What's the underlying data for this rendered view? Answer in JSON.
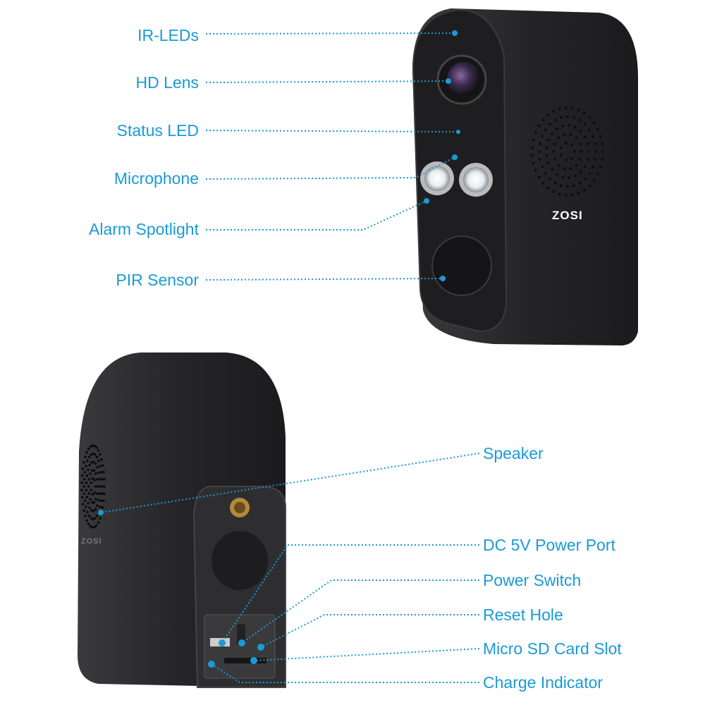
{
  "front_labels": [
    "IR-LEDs",
    "HD Lens",
    "Status LED",
    "Microphone",
    "Alarm Spotlight",
    "PIR Sensor"
  ],
  "back_labels": [
    "Speaker",
    "DC 5V Power Port",
    "Power Switch",
    "Reset Hole",
    "Micro SD Card Slot",
    "Charge Indicator"
  ],
  "brand": "ZOSI",
  "colors": {
    "label": "#1a9ad6",
    "camera": "#2a2a2c",
    "background": "#ffffff"
  }
}
